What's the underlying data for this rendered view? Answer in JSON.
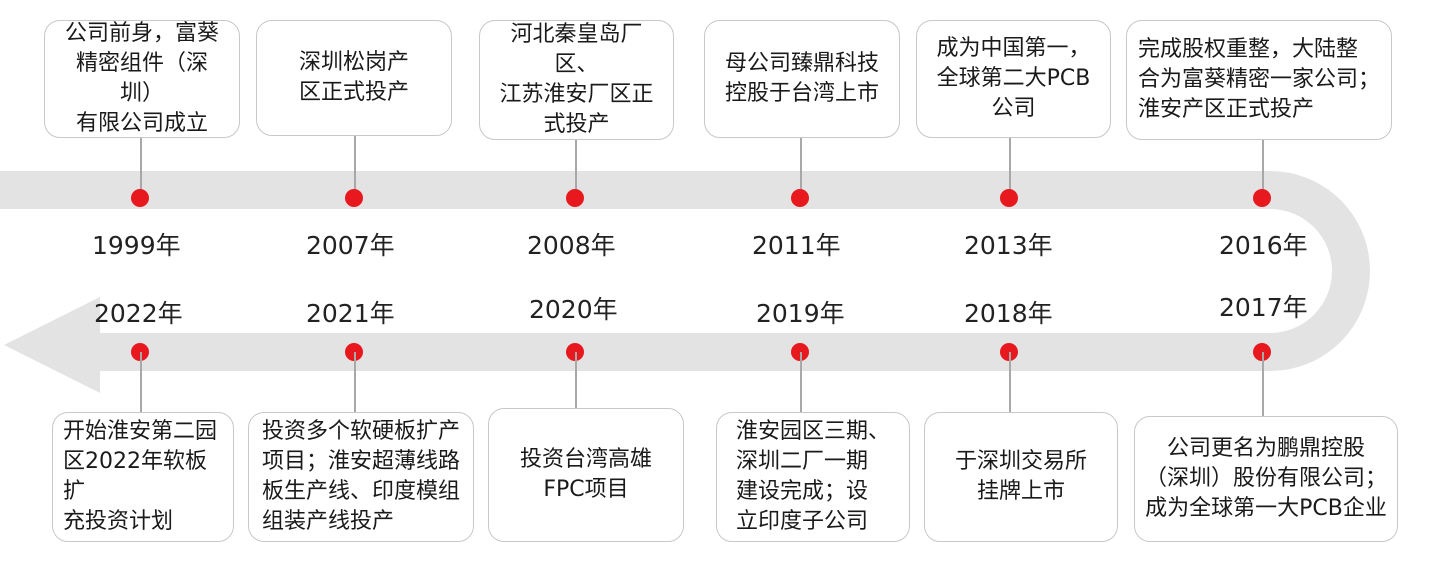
{
  "colors": {
    "track": "#e3e3e3",
    "dot": "#e8191e",
    "box_border": "#c8c8c8",
    "connector": "#a8a8a8",
    "text": "#1a1a1a"
  },
  "top_row": [
    {
      "year": "1999年",
      "text": "公司前身，富葵\n精密组件（深圳）\n有限公司成立"
    },
    {
      "year": "2007年",
      "text": "深圳松岗产\n区正式投产"
    },
    {
      "year": "2008年",
      "text": "河北秦皇岛厂区、\n江苏淮安厂区正\n式投产"
    },
    {
      "year": "2011年",
      "text": "母公司臻鼎科技\n控股于台湾上市"
    },
    {
      "year": "2013年",
      "text": "成为中国第一，\n全球第二大PCB\n公司"
    },
    {
      "year": "2016年",
      "text": "完成股权重整，大陆整\n合为富葵精密一家公司；\n淮安产区正式投产"
    }
  ],
  "bottom_row": [
    {
      "year": "2022年",
      "text": "开始淮安第二园\n区2022年软板扩\n充投资计划"
    },
    {
      "year": "2021年",
      "text": "投资多个软硬板扩产\n项目；淮安超薄线路\n板生产线、印度模组\n组装产线投产"
    },
    {
      "year": "2020年",
      "text": "投资台湾高雄\nFPC项目"
    },
    {
      "year": "2019年",
      "text": "淮安园区三期、\n深圳二厂一期\n建设完成；设\n立印度子公司"
    },
    {
      "year": "2018年",
      "text": "于深圳交易所\n挂牌上市"
    },
    {
      "year": "2017年",
      "text": "公司更名为鹏鼎控股\n（深圳）股份有限公司；\n成为全球第一大PCB企业"
    }
  ]
}
